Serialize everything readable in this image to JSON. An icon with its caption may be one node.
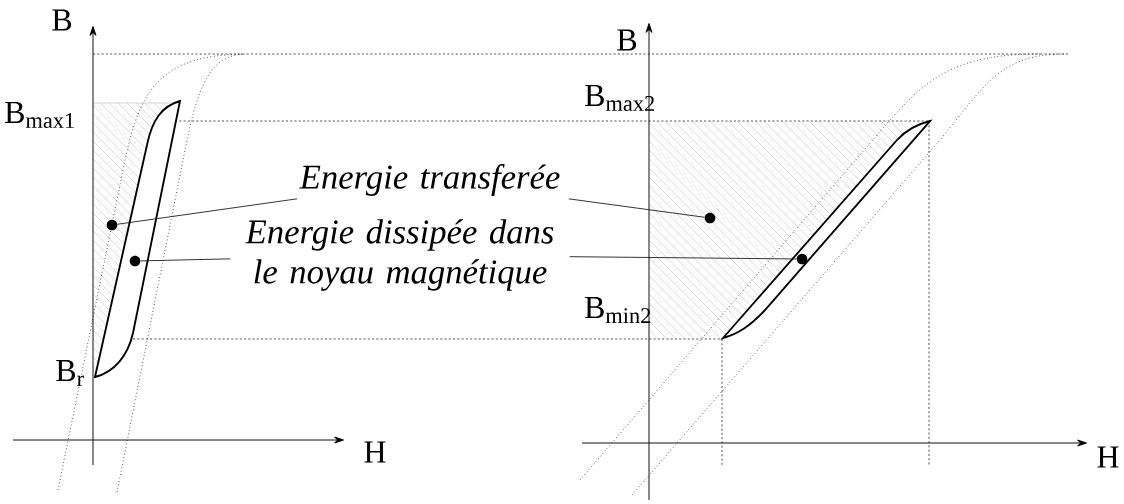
{
  "diagram": {
    "nodes": [
      {
        "text": [
          "Energie transferée"
        ]
      },
      {
        "text": [
          "Energie dissipée dans le noyau magnétique"
        ]
      },
      {
        "text": [],
        "shape": "circle"
      },
      {
        "text": [],
        "shape": "circle"
      },
      {
        "text": [],
        "shape": "circle"
      },
      {
        "text": [],
        "shape": "circle"
      }
    ],
    "edges": [
      {
        "from": 0,
        "to": 2,
        "arrow": "none"
      },
      {
        "from": 0,
        "to": 4,
        "arrow": "none"
      },
      {
        "from": 1,
        "to": 3,
        "arrow": "none"
      },
      {
        "from": 1,
        "to": 5,
        "arrow": "none"
      }
    ],
    "labels": [
      "B",
      "B$_{max1}$",
      "B$_{r}$",
      "H",
      "B",
      "B$_{max2}$",
      "B$_{min2}$",
      "H"
    ]
  }
}
